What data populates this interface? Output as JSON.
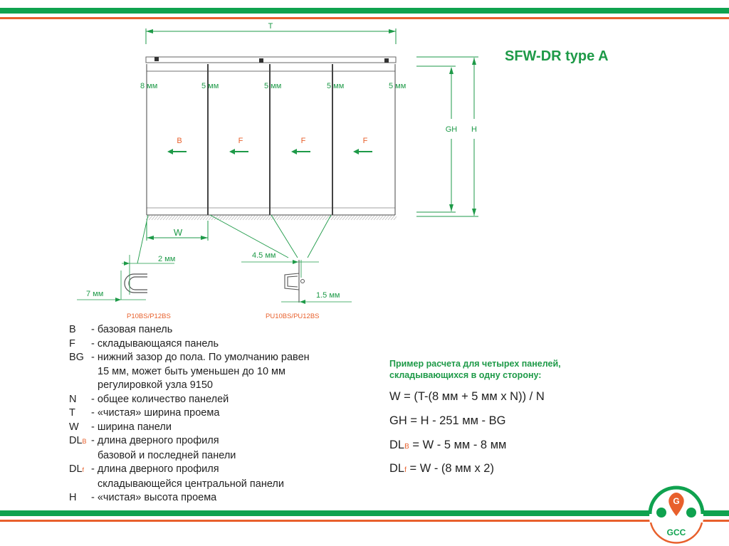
{
  "colors": {
    "green": "#0fa24f",
    "orange": "#e8602c",
    "text_green": "#1e9a48"
  },
  "title": "SFW-DR type A",
  "diagram": {
    "dim_T": "T",
    "dim_GH": "GH",
    "dim_H": "H",
    "dim_W": "W",
    "gaps": [
      "8 мм",
      "5 мм",
      "5 мм",
      "5 мм",
      "5 мм"
    ],
    "panels": [
      "B",
      "F",
      "F",
      "F"
    ],
    "profile_left": {
      "name": "P10BS/P12BS",
      "dim_top": "2 мм",
      "dim_bottom": "7 мм"
    },
    "profile_right": {
      "name": "PU10BS/PU12BS",
      "dim_top": "4.5 мм",
      "dim_bottom": "1.5 мм"
    }
  },
  "legend": [
    {
      "key": "B",
      "text": "- базовая панель"
    },
    {
      "key": "F",
      "text": "- складывающаяся панель"
    },
    {
      "key": "BG",
      "text": "- нижний зазор до пола. По умолчанию равен",
      "cont": [
        "15 мм, может быть уменьшен до 10 мм",
        "регулировкой узла 9150"
      ]
    },
    {
      "key": "N",
      "text": "- общее количество панелей"
    },
    {
      "key": "T",
      "text": "- «чистая» ширина проема"
    },
    {
      "key": "W",
      "text": "- ширина панели"
    },
    {
      "key": "DL",
      "sub": "B",
      "text": "- длина дверного профиля",
      "cont": [
        "базовой и последней панели"
      ]
    },
    {
      "key": "DL",
      "sub": "f",
      "text": "- длина дверного профиля",
      "cont": [
        "складывающейся центральной панели"
      ]
    },
    {
      "key": "H",
      "text": "- «чистая» высота проема"
    }
  ],
  "example": {
    "title_lines": [
      "Пример расчета для четырех панелей,",
      "складывающихся в одну сторону:"
    ],
    "formulas": [
      {
        "lhs": "W",
        "rhs": "= (T-(8 мм + 5 мм x N)) / N"
      },
      {
        "lhs": "GH",
        "rhs": "= H - 251 мм - BG"
      },
      {
        "lhs": "DL",
        "sub": "B",
        "rhs": "= W - 5 мм - 8 мм"
      },
      {
        "lhs": "DL",
        "sub": "f",
        "rhs": "= W - (8 мм x 2)"
      }
    ]
  },
  "logo": {
    "text": "GCC",
    "letter": "G"
  }
}
